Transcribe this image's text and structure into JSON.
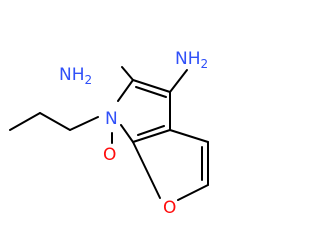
{
  "molecule": {
    "atoms": {
      "amine_left": {
        "text": "NH",
        "sub": "2"
      },
      "amine_right": {
        "text": "NH",
        "sub": "2"
      },
      "ring_nitrogen": {
        "text": "N"
      },
      "ether_oxygen": {
        "text": "O"
      },
      "furan_oxygen": {
        "text": "O"
      }
    },
    "colors": {
      "bond": "#000000",
      "nitrogen": "#3050F8",
      "oxygen": "#FF0D0D"
    }
  }
}
